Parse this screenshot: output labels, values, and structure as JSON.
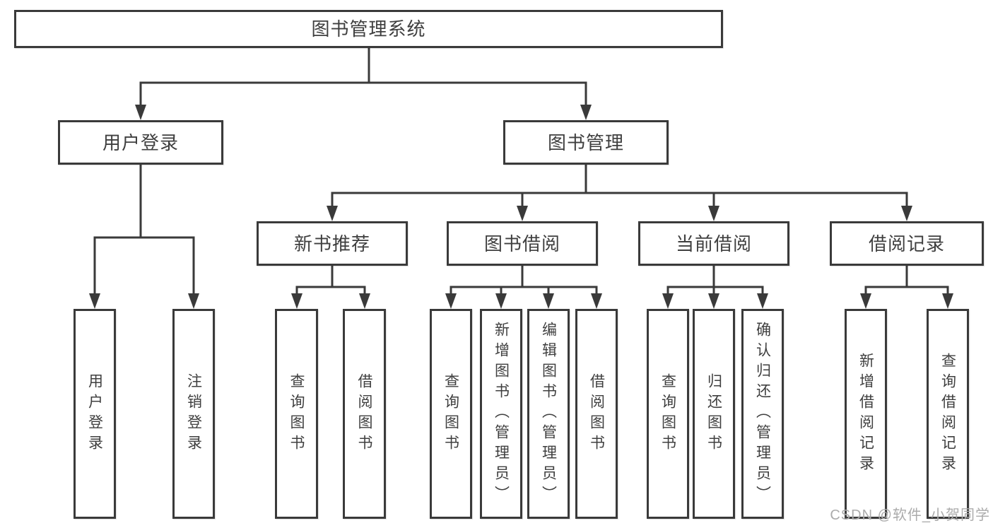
{
  "colors": {
    "line": "#3a3a3a",
    "box_border": "#3a3a3a",
    "text": "#3f3f3f",
    "background": "#ffffff",
    "watermark": "#ababab"
  },
  "tree": {
    "root": {
      "label": "图书管理系统"
    },
    "branches": [
      {
        "label": "用户登录",
        "children": [
          {
            "label": "用户登录"
          },
          {
            "label": "注销登录"
          }
        ]
      },
      {
        "label": "图书管理",
        "children": [
          {
            "label": "新书推荐",
            "children": [
              {
                "label": "查询图书"
              },
              {
                "label": "借阅图书"
              }
            ]
          },
          {
            "label": "图书借阅",
            "children": [
              {
                "label": "查询图书"
              },
              {
                "label": "新增图书（管理员）"
              },
              {
                "label": "编辑图书（管理员）"
              },
              {
                "label": "借阅图书"
              }
            ]
          },
          {
            "label": "当前借阅",
            "children": [
              {
                "label": "查询图书"
              },
              {
                "label": "归还图书"
              },
              {
                "label": "确认归还（管理员）"
              }
            ]
          },
          {
            "label": "借阅记录",
            "children": [
              {
                "label": "新增借阅记录"
              },
              {
                "label": "查询借阅记录"
              }
            ]
          }
        ]
      }
    ]
  },
  "watermark": {
    "text": "CSDN @软件_小贺同学"
  }
}
